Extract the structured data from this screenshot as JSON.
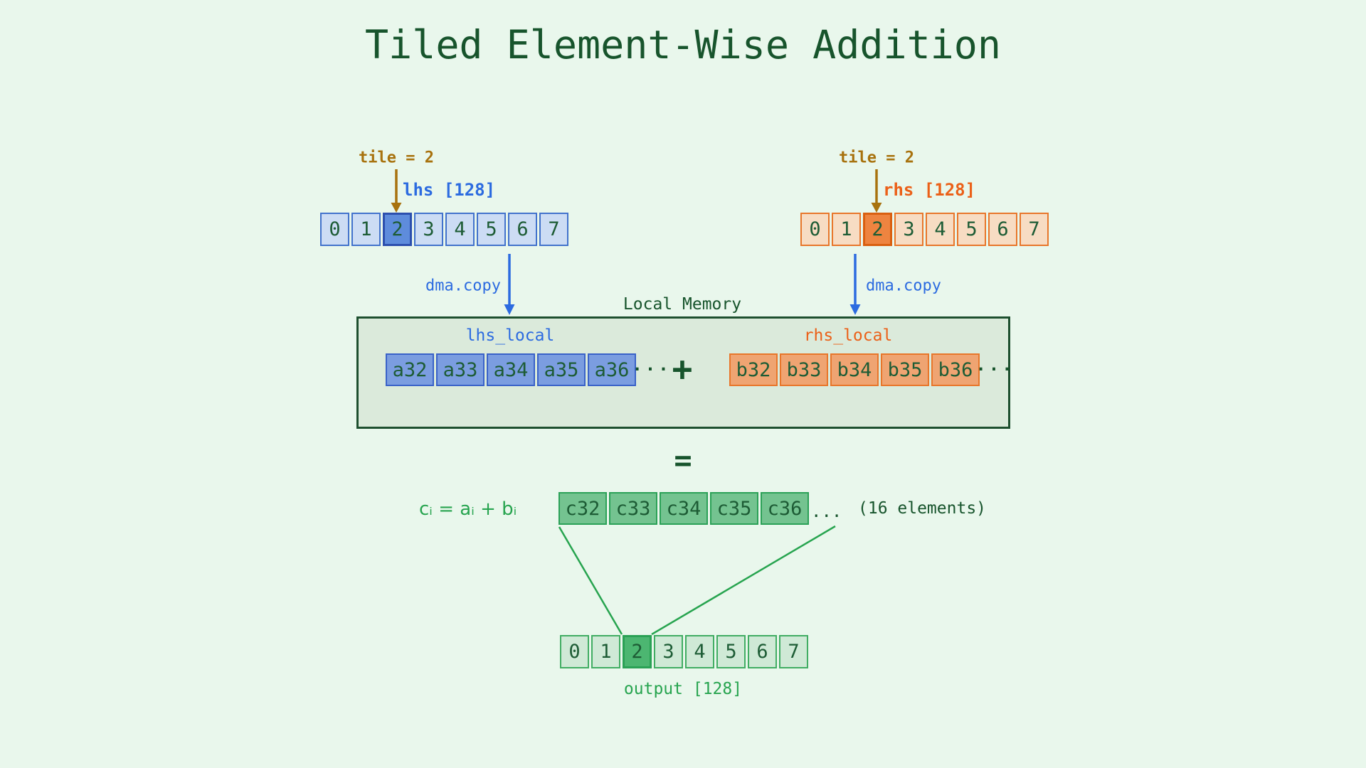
{
  "title": "Tiled Element-Wise Addition",
  "lhs": {
    "tile_label": "tile = 2",
    "name_label": "lhs [128]",
    "dma_label": "dma.copy",
    "cells": [
      "0",
      "1",
      "2",
      "3",
      "4",
      "5",
      "6",
      "7"
    ],
    "highlight_index": 2
  },
  "rhs": {
    "tile_label": "tile = 2",
    "name_label": "rhs [128]",
    "dma_label": "dma.copy",
    "cells": [
      "0",
      "1",
      "2",
      "3",
      "4",
      "5",
      "6",
      "7"
    ],
    "highlight_index": 2
  },
  "local_memory": {
    "title": "Local Memory",
    "lhs_local": {
      "label": "lhs_local",
      "cells": [
        "a32",
        "a33",
        "a34",
        "a35",
        "a36"
      ],
      "ellipsis": "···"
    },
    "operator": "+",
    "rhs_local": {
      "label": "rhs_local",
      "cells": [
        "b32",
        "b33",
        "b34",
        "b35",
        "b36"
      ],
      "ellipsis": "···"
    }
  },
  "equals": "=",
  "result": {
    "formula": "cᵢ = aᵢ + bᵢ",
    "cells": [
      "c32",
      "c33",
      "c34",
      "c35",
      "c36"
    ],
    "ellipsis": "...",
    "note": "(16 elements)"
  },
  "output": {
    "label": "output [128]",
    "cells": [
      "0",
      "1",
      "2",
      "3",
      "4",
      "5",
      "6",
      "7"
    ],
    "highlight_index": 2
  },
  "colors": {
    "background": "#e9f7ec",
    "dark_green": "#17542c",
    "accent_green": "#27a44f",
    "accent_blue": "#2c6be0",
    "accent_orange": "#eb6018",
    "accent_goldenrod": "#a8720e"
  }
}
